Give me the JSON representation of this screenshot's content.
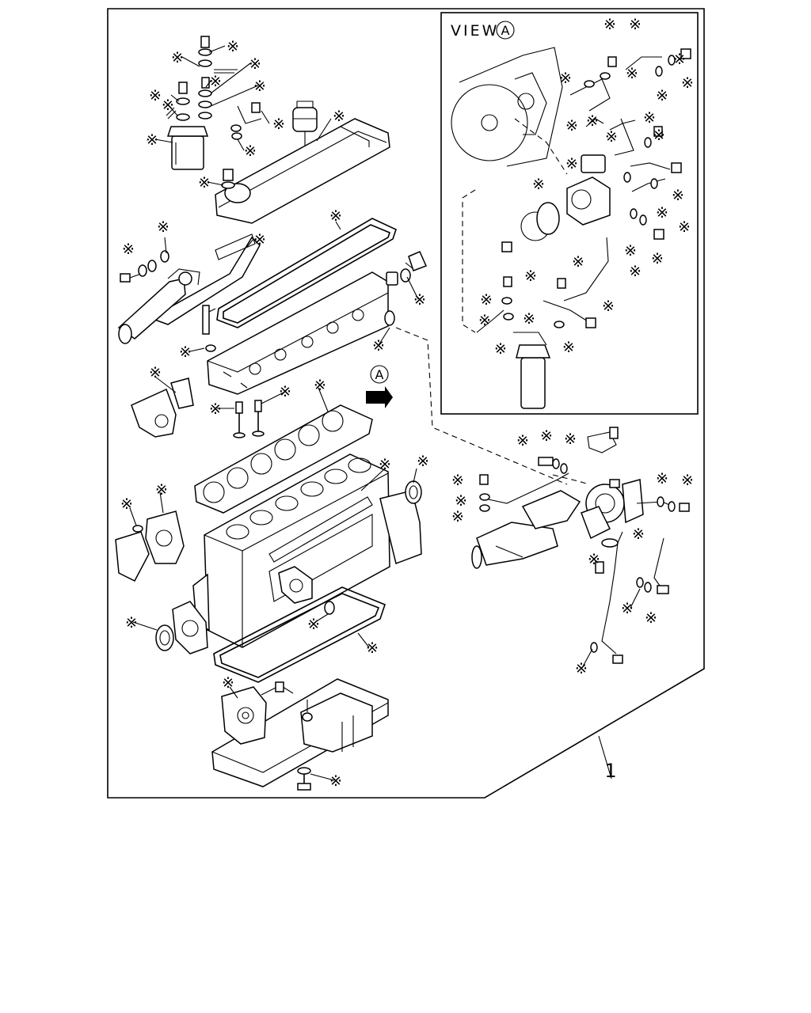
{
  "view_label": "VIEW",
  "view_marker": "A",
  "direction_marker": "A",
  "callout_number": "1",
  "star_symbol": "※",
  "stroke_color": "#000000",
  "background_color": "#ffffff"
}
